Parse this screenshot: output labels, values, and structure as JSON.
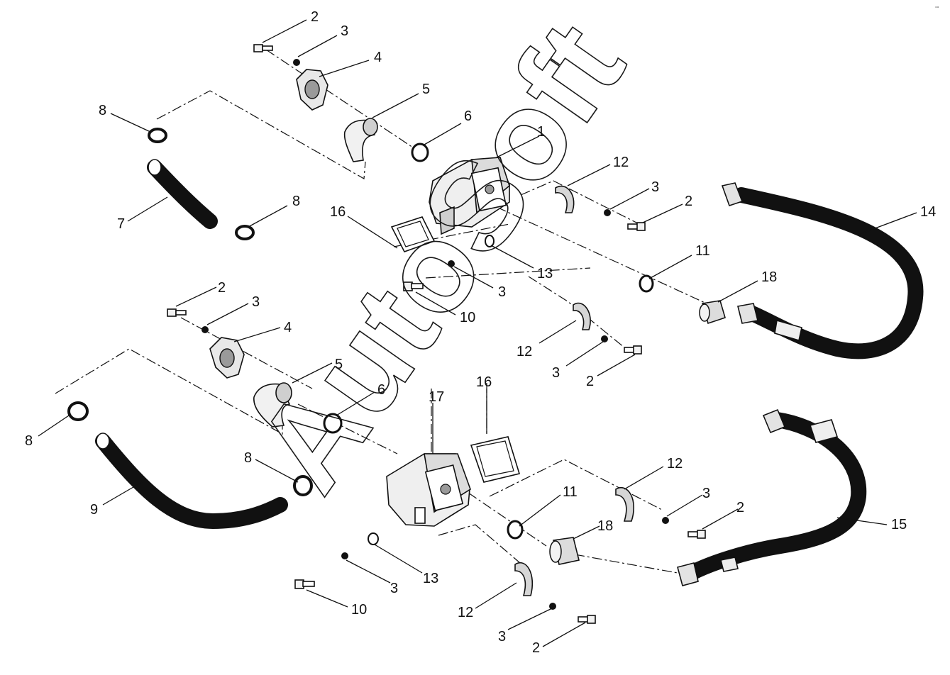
{
  "watermark": "AutoSoft",
  "corner_mark": "°°",
  "colors": {
    "line": "#111111",
    "part_fill": "#f3f3f3",
    "shadow": "#9a9a9a",
    "clamp": "#d6d6d6"
  },
  "upper_assembly": {
    "callouts": {
      "bolt_top": "2",
      "washer_top": "3",
      "flange": "4",
      "elbow": "5",
      "oring_elbow": "6",
      "pump": "1",
      "clamp_hose_top": "8",
      "suction_hose": "7",
      "clamp_hose_bottom": "8",
      "gasket": "16",
      "clamp_half_right": "12",
      "washer_right": "3",
      "bolt_right": "2",
      "washer_left": "13",
      "nut_left": "3",
      "bolt_left": "10",
      "oring_outlet": "11",
      "adapter": "18",
      "clamp_half_lower": "12",
      "washer_lower": "3",
      "bolt_lower": "2",
      "pressure_hose": "14"
    }
  },
  "lower_assembly": {
    "callouts": {
      "bolt_top": "2",
      "washer_top": "3",
      "flange": "4",
      "elbow": "5",
      "oring_elbow": "6",
      "clamp_hose_left": "8",
      "clamp_hose_right": "8",
      "suction_hose": "9",
      "pump": "17",
      "gasket": "16",
      "clamp_half_right": "12",
      "washer_right": "3",
      "bolt_right": "2",
      "oring_outlet": "11",
      "adapter": "18",
      "washer_left": "13",
      "nut_left": "3",
      "bolt_left": "10",
      "clamp_half_lower": "12",
      "washer_lower": "3",
      "bolt_lower": "2",
      "pressure_hose": "15"
    }
  }
}
